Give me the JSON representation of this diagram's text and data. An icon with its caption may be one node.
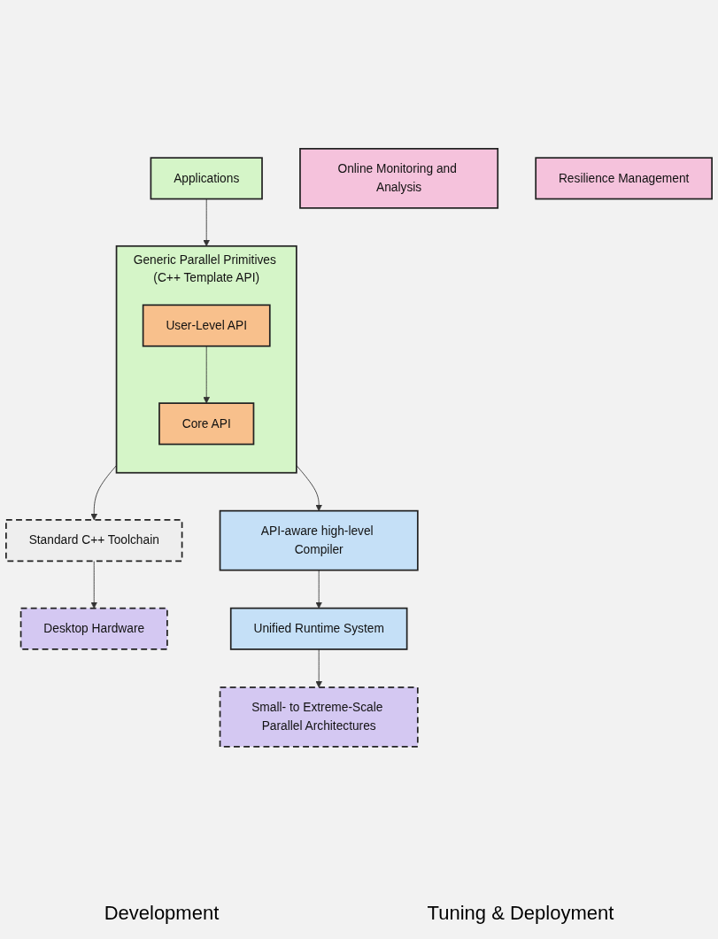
{
  "diagram": {
    "nodes": [
      {
        "text": [
          "Applications"
        ]
      },
      {
        "text": [
          "Generic Parallel Primitives (C++ Template API)"
        ]
      },
      {
        "text": [
          "User-Level API"
        ],
        "in": 1
      },
      {
        "text": [
          "Core API"
        ],
        "in": 1
      },
      {
        "text": [
          "Standard C++ Toolchain"
        ]
      },
      {
        "text": [
          "Desktop Hardware"
        ]
      },
      {
        "text": [
          "API-aware high-level Compiler"
        ]
      },
      {
        "text": [
          "Unified Runtime System"
        ]
      },
      {
        "text": [
          "Online Monitoring and Analysis"
        ]
      },
      {
        "text": [
          "Resilience Management"
        ]
      },
      {
        "text": [
          "Small- to Extreme-Scale Parallel Architectures"
        ]
      }
    ],
    "edges": [
      {
        "from": 0,
        "to": 1,
        "arrow": "to"
      },
      {
        "from": 2,
        "to": 3,
        "arrow": "to"
      },
      {
        "from": 1,
        "to": 4,
        "arrow": "to"
      },
      {
        "from": 1,
        "to": 6,
        "arrow": "to"
      },
      {
        "from": 6,
        "to": 7,
        "arrow": "to"
      },
      {
        "from": 4,
        "to": 5,
        "arrow": "to"
      },
      {
        "from": 7,
        "to": 10,
        "arrow": "to"
      }
    ],
    "labels": [
      "Development",
      "Tuning & Deployment"
    ]
  }
}
